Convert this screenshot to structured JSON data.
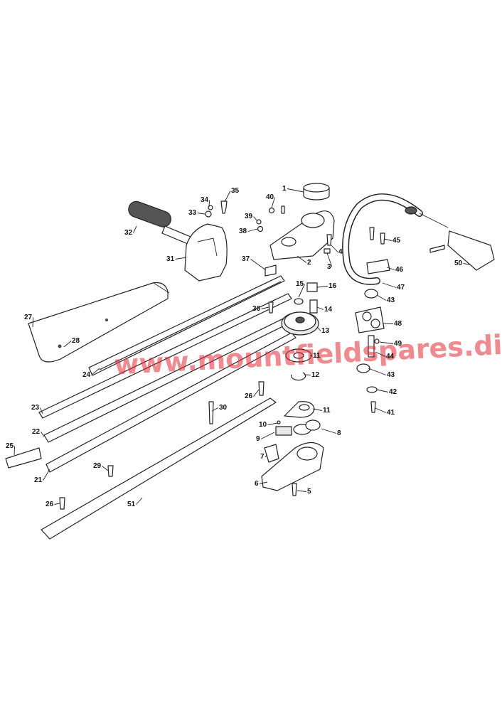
{
  "watermark": "www.mountfieldspares.direct",
  "labels": [
    {
      "n": "1"
    },
    {
      "n": "2"
    },
    {
      "n": "3"
    },
    {
      "n": "4"
    },
    {
      "n": "5"
    },
    {
      "n": "6"
    },
    {
      "n": "7"
    },
    {
      "n": "8"
    },
    {
      "n": "9"
    },
    {
      "n": "10"
    },
    {
      "n": "11"
    },
    {
      "n": "11"
    },
    {
      "n": "12"
    },
    {
      "n": "13"
    },
    {
      "n": "14"
    },
    {
      "n": "15"
    },
    {
      "n": "16"
    },
    {
      "n": "21"
    },
    {
      "n": "22"
    },
    {
      "n": "23"
    },
    {
      "n": "24"
    },
    {
      "n": "25"
    },
    {
      "n": "26"
    },
    {
      "n": "26"
    },
    {
      "n": "27"
    },
    {
      "n": "28"
    },
    {
      "n": "29"
    },
    {
      "n": "30"
    },
    {
      "n": "31"
    },
    {
      "n": "32"
    },
    {
      "n": "33"
    },
    {
      "n": "34"
    },
    {
      "n": "35"
    },
    {
      "n": "36"
    },
    {
      "n": "37"
    },
    {
      "n": "38"
    },
    {
      "n": "39"
    },
    {
      "n": "40"
    },
    {
      "n": "41"
    },
    {
      "n": "42"
    },
    {
      "n": "43"
    },
    {
      "n": "43"
    },
    {
      "n": "44"
    },
    {
      "n": "45"
    },
    {
      "n": "46"
    },
    {
      "n": "47"
    },
    {
      "n": "48"
    },
    {
      "n": "49"
    },
    {
      "n": "50"
    },
    {
      "n": "51"
    }
  ]
}
